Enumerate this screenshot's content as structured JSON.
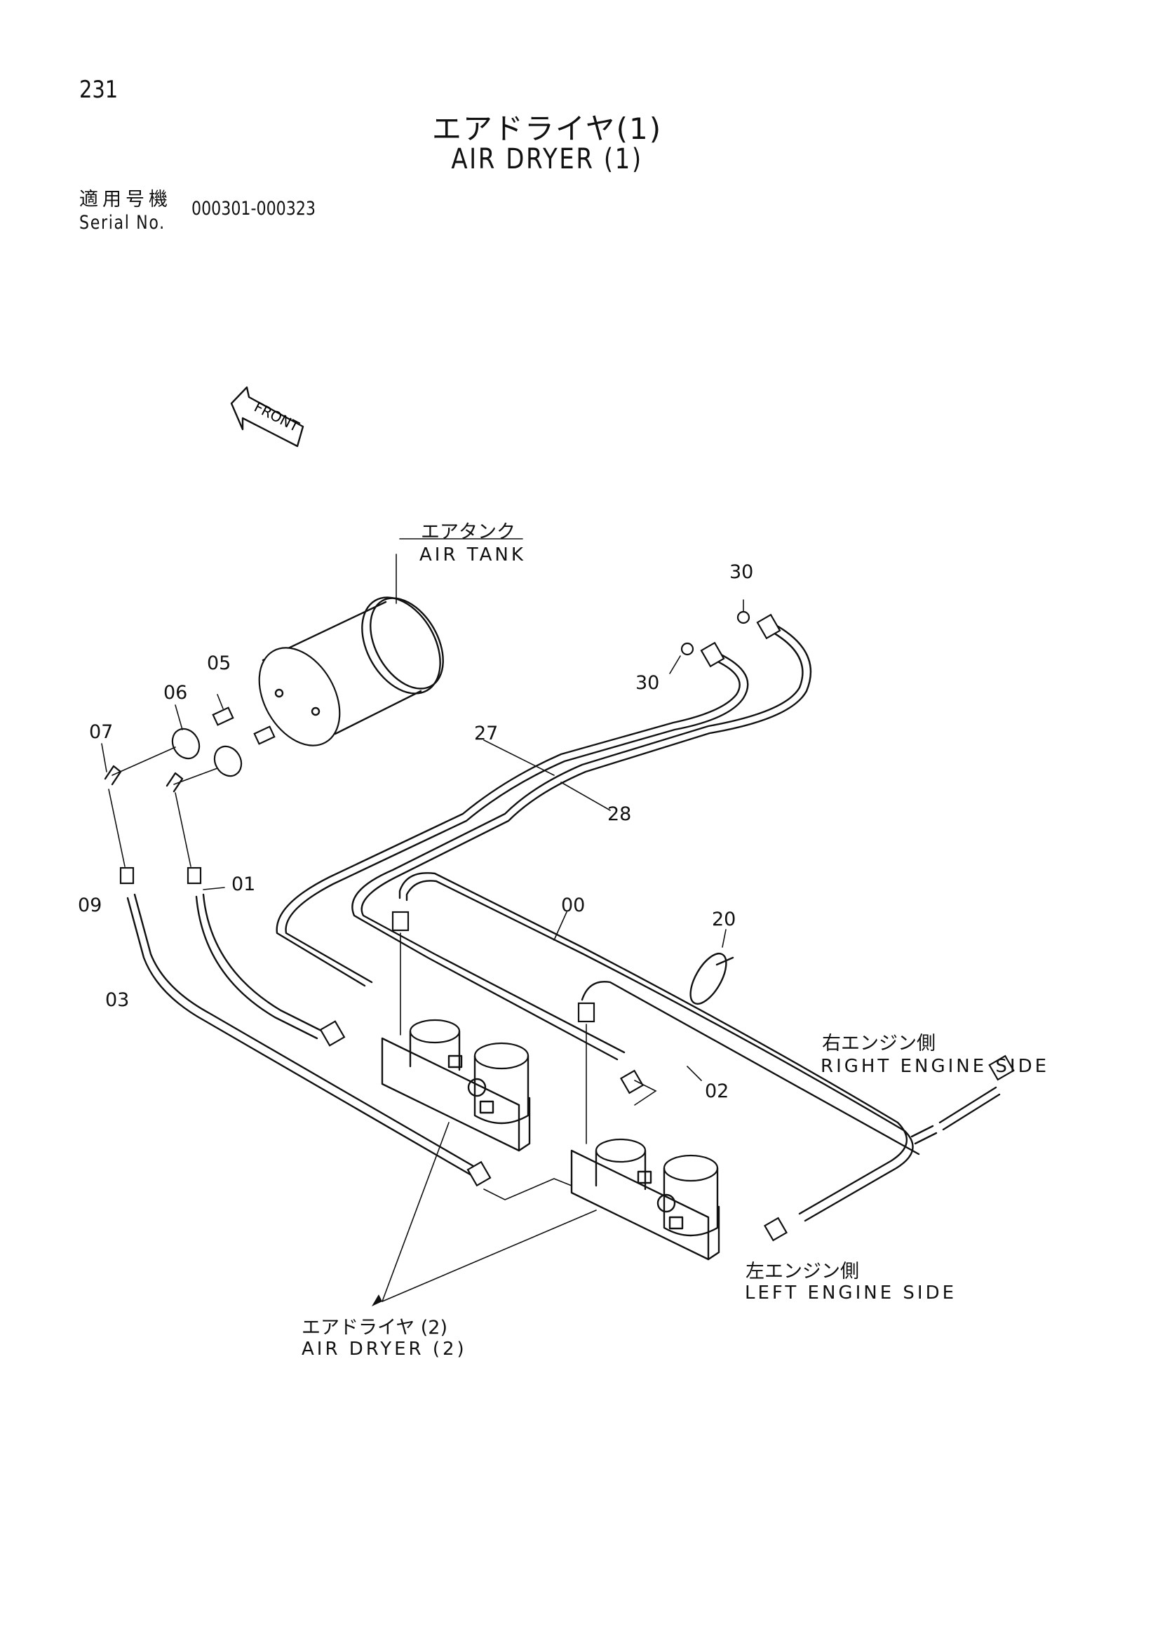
{
  "page_number": "231",
  "title": {
    "jp": "エアドライヤ(1)",
    "en": "AIR DRYER (1)"
  },
  "serial": {
    "label_jp": "適用号機",
    "label_en": "Serial No.",
    "value": "000301-000323"
  },
  "front_marker": "FRONT",
  "air_tank": {
    "jp": "エアタンク",
    "en": "AIR TANK"
  },
  "air_dryer_2": {
    "jp": "エアドライヤ (2)",
    "en": "AIR DRYER (2)"
  },
  "right_engine_side": {
    "jp": "右エンジン側",
    "en": "RIGHT ENGINE SIDE"
  },
  "left_engine_side": {
    "jp": "左エンジン側",
    "en": "LEFT ENGINE SIDE"
  },
  "part_callouts": {
    "p30a": "30",
    "p30b": "30",
    "p05": "05",
    "p06": "06",
    "p07": "07",
    "p27": "27",
    "p28": "28",
    "p01": "01",
    "p09": "09",
    "p00": "00",
    "p20": "20",
    "p03": "03",
    "p02": "02"
  }
}
